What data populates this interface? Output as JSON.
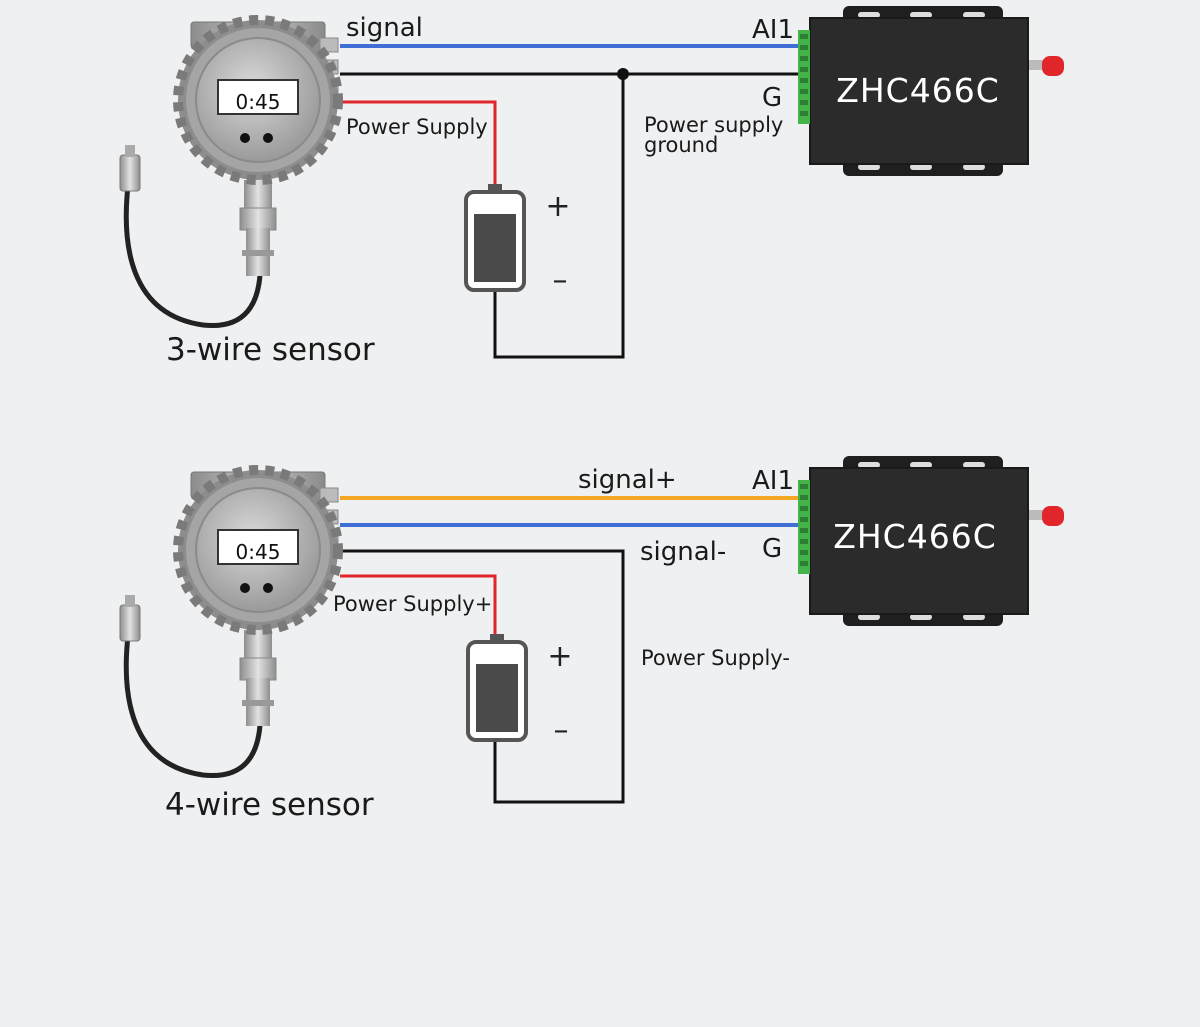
{
  "colors": {
    "background": "#eff0f2",
    "signal_blue": "#3f6fd6",
    "signal_orange": "#f5a623",
    "supply_red": "#e0252b",
    "ground_black": "#111111",
    "device_body": "#2b2b2b",
    "terminal_green": "#44b34a",
    "antenna_red": "#e0252b"
  },
  "diagrams": [
    {
      "title": "3-wire sensor",
      "sensor_display": "0:45",
      "wire_labels": {
        "signal": "signal",
        "supply": "Power Supply",
        "ground_line1": "Power supply",
        "ground_line2": "ground"
      },
      "terminal_labels": {
        "ai": "AI1",
        "g": "G"
      },
      "device_name": "ZHC466C",
      "battery": {
        "plus": "+",
        "minus": "–"
      }
    },
    {
      "title": "4-wire sensor",
      "sensor_display": "0:45",
      "wire_labels": {
        "signal_plus": "signal+",
        "signal_minus": "signal-",
        "supply_plus": "Power Supply+",
        "supply_minus": "Power Supply-"
      },
      "terminal_labels": {
        "ai": "AI1",
        "g": "G"
      },
      "device_name": "ZHC466C",
      "battery": {
        "plus": "+",
        "minus": "–"
      }
    }
  ]
}
